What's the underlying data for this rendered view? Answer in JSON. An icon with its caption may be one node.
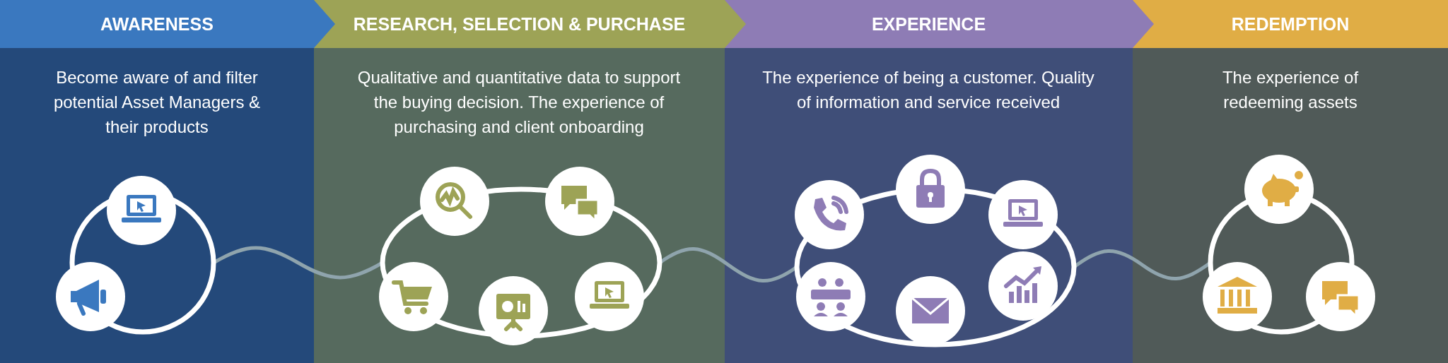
{
  "diagram": {
    "nodes": [
      {
        "text": [
          "AWARENESS",
          "Become aware of and filter potential Asset Managers & their products"
        ]
      },
      {
        "text": [
          "RESEARCH, SELECTION & PURCHASE",
          "Qualitative and quantitative data to support the buying decision. The experience of purchasing and client onboarding"
        ]
      },
      {
        "text": [
          "EXPERIENCE",
          "The experience of being a customer. Quality of information and service received"
        ]
      },
      {
        "text": [
          "REDEMPTION",
          "The experience of redeeming assets"
        ]
      },
      {
        "text": [],
        "shape": "circle",
        "in": 0
      },
      {
        "text": [],
        "shape": "circle",
        "in": 1
      },
      {
        "text": [],
        "shape": "circle",
        "in": 2
      },
      {
        "text": [],
        "shape": "circle",
        "in": 3
      }
    ],
    "edges": [
      {
        "from": 4,
        "to": 5,
        "arrow": "none"
      },
      {
        "from": 5,
        "to": 6,
        "arrow": "none"
      },
      {
        "from": 6,
        "to": 7,
        "arrow": "none"
      }
    ]
  }
}
